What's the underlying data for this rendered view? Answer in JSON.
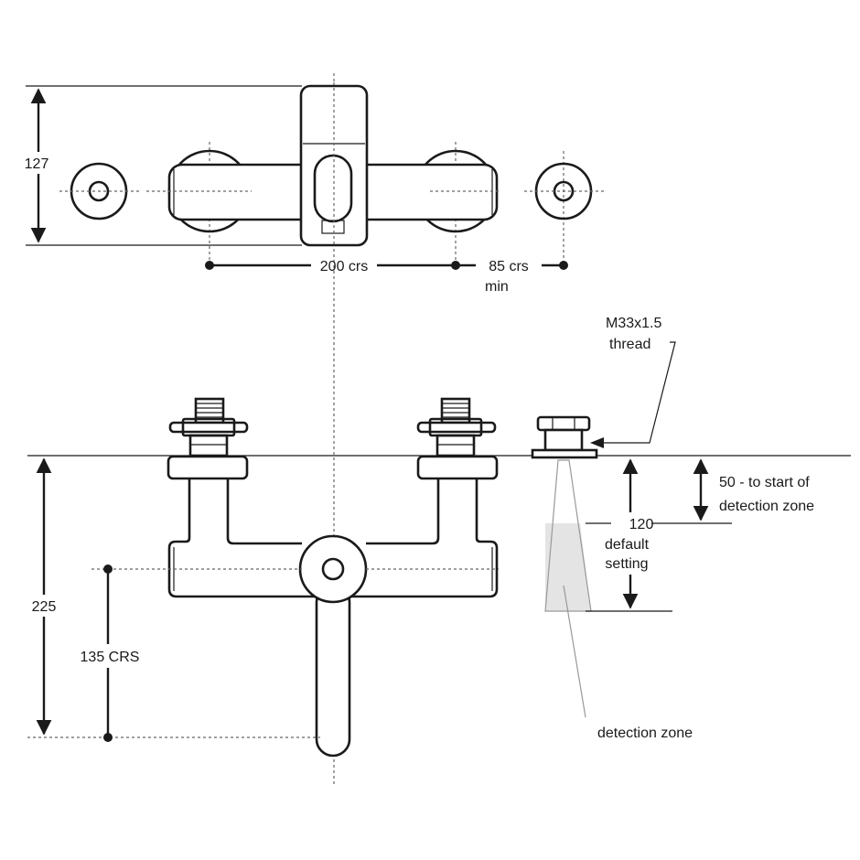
{
  "labels": {
    "d127": "127",
    "d200": "200 crs",
    "d85a": "85 crs",
    "d85b": "min",
    "thread1": "M33x1.5",
    "thread2": "thread",
    "d50a": "50 - to start of",
    "d50b": "detection zone",
    "d120": "120",
    "def1": "default",
    "def2": "setting",
    "d225": "225",
    "d135": "135 CRS",
    "zone": "detection zone"
  },
  "colors": {
    "line": "#1a1a1a",
    "centerline": "#666666",
    "zone_fill": "#e4e4e4"
  }
}
